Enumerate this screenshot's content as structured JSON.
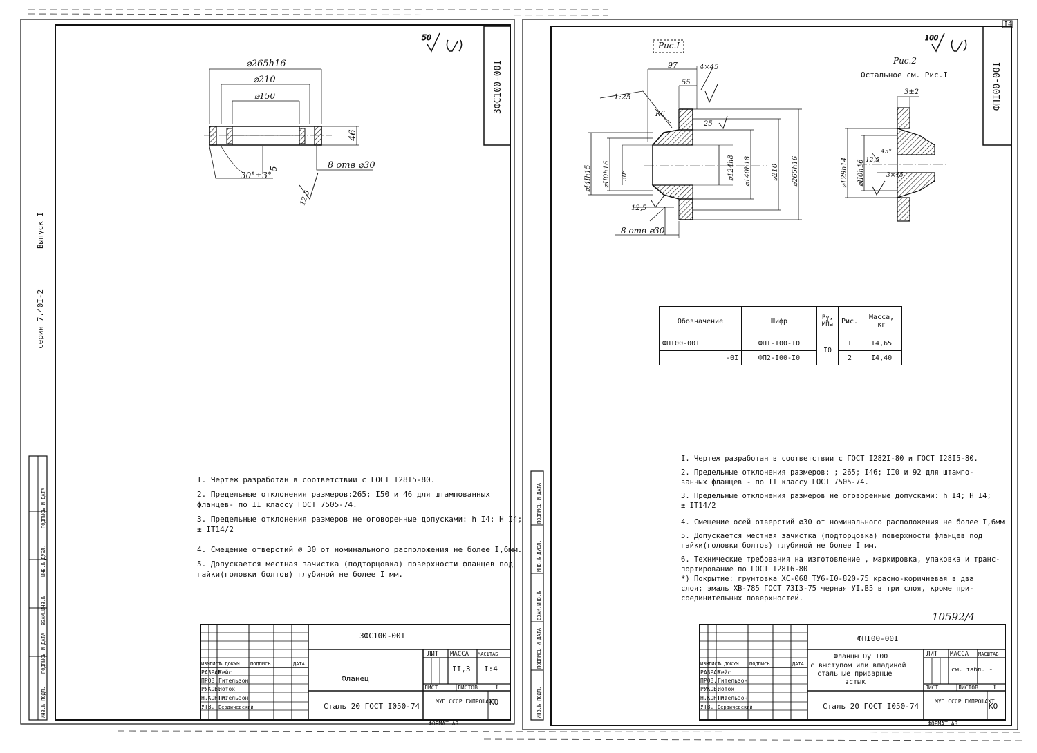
{
  "left_sheet": {
    "code_stamp": "ЗФС100-00I",
    "side_series": "серия 7.40I-2",
    "side_issue": "Выпуск I",
    "roughness": "50",
    "dims": {
      "d_outer": "⌀265h16",
      "d_bolt_circle": "⌀210",
      "d_bore": "⌀150",
      "thickness": "46",
      "holes": "8 отв ⌀30",
      "angle": "30°±3°",
      "small": "5",
      "rough": "12,5"
    },
    "notes": [
      "I. Чертеж разработан в соответствии с ГОСТ I28I5-80.",
      "2. Предельные отклонения размеров:265; I50 и 46 для штампованных",
      "   фланцев- по II классу   ГОСТ 7505-74.",
      "3. Предельные отклонения размеров не оговоренные допусками: h I4; H I4;",
      "   ± IТ14/2",
      "4. Смещение отверстий ⌀ 30 от номинального расположения не более I,6мм.",
      "5. Допускается местная зачистка (подторцовка) поверхности  фланцев под",
      "   гайки(головки болтов) глубиной не более I мм."
    ],
    "title_block": {
      "designation": "ЗФС100-00I",
      "name": "Фланец",
      "material": "Сталь 20 ГОСТ I050-74",
      "mass": "II,3",
      "scale": "I:4",
      "sheets": "I",
      "org": "МУП СССР ГИПРОШАХТ",
      "format": "ФОРМАТ А3",
      "cols": [
        "ИЗМ",
        "ЛИСТ",
        "№ ДОКУМ.",
        "ПОДПИСЬ",
        "ДАТА"
      ],
      "roles": [
        "РАЗРАБ.",
        "ПРОВ.",
        "РУКОВ.",
        "Н.КОНТР.",
        "УТВ."
      ],
      "people": [
        "Кейс",
        "Гительзон",
        "Нотох",
        "Гительзон",
        "Бердичевский"
      ],
      "lit": "ЛИТ",
      "mass_h": "МАССА",
      "scale_h": "МАСШТАБ",
      "sheet_h": "ЛИСТ",
      "sheets_h": "ЛИСТОВ",
      "ko": "КО"
    }
  },
  "right_sheet": {
    "code_stamp": "ФПI00-00I",
    "page_no": "I4",
    "roughness": "100",
    "fig1_label": "Рис.I",
    "fig2_label": "Рис.2",
    "fig2_note": "Остальное см. Рис.I",
    "dims1": {
      "taper": "1:25",
      "len97": "97",
      "cham": "4×45",
      "len55": "55",
      "r6": "R6",
      "d_outer": "⌀265h16",
      "d_210": "⌀210",
      "d_140": "⌀140h18",
      "d_bore": "⌀124h8",
      "d_wn": "⌀II0h16",
      "d_pipe": "⌀I4Ih15",
      "holes": "8 отв ⌀30",
      "ang": "30°",
      "r25": "25",
      "r125": "12,5"
    },
    "dims2": {
      "w": "3±2",
      "d1": "⌀129h14",
      "d2": "⌀II0h16",
      "ang": "45°",
      "c": "3×45",
      "r": "12,5"
    },
    "spec_table": {
      "headers": [
        "Обозначение",
        "Шифр",
        "Py, МПа",
        "Рис.",
        "Масса, кг"
      ],
      "rows": [
        [
          "ФПI00-00I",
          "ФПI-I00-I0",
          "I0",
          "I",
          "I4,65"
        ],
        [
          "-0I",
          "ФП2-I00-I0",
          "",
          "2",
          "I4,40"
        ]
      ]
    },
    "notes": [
      "I. Чертеж разработан в соответствии с ГОСТ I282I-80 и ГОСТ I28I5-80.",
      "2. Предельные отклонения размеров:     ; 265; I46; II0 и 92 для штампо-",
      "   ванных фланцев - по II классу ГОСТ 7505-74.",
      "3. Предельные отклонения размеров не оговоренные допусками: h I4; H I4;",
      "   ± IТ14/2",
      "4. Смещение осей отверстий ⌀30 от номинального расположения не более I,6мм",
      "5. Допускается местная зачистка (подторцовка) поверхности фланцев под",
      "   гайки(головки болтов) глубиной не более I мм.",
      "6. Технические требования на изготовление , маркировка, упаковка и транс-",
      "   портирование по ГОСТ I28I6-80",
      "*) Покрытие: грунтовка ХС-068 ТУ6-I0-820-75 красно-коричневая в два",
      "   слоя; эмаль ХВ-785 ГОСТ 73I3-75 черная УI.В5 в три слоя, кроме при-",
      "   соединительных поверхностей."
    ],
    "inventory_no": "10592/4",
    "title_block": {
      "designation": "ФПI00-00I",
      "name_1": "Фланцы Dy I00",
      "name_2": "с выступом или впадиной",
      "name_3": "стальные приварные",
      "name_4": "встык",
      "material": "Сталь 20 ГОСТ I050-74",
      "mass": "см. табл.",
      "scale": "-",
      "sheets": "I",
      "org": "МУП СССР ГИПРОШАХТ",
      "format": "ФОРМАТ А3",
      "cols": [
        "ИЗМ",
        "ЛИСТ",
        "№ ДОКУМ.",
        "ПОДПИСЬ",
        "ДАТА"
      ],
      "roles": [
        "РАЗРАБ.",
        "ПРОВ.",
        "РУКОВ.",
        "Н.КОНТР.",
        "УТВ."
      ],
      "people": [
        "Кейс",
        "Гительзон",
        "Нотох",
        "Гительзон",
        "Бердичевский"
      ],
      "lit": "ЛИТ",
      "mass_h": "МАССА",
      "scale_h": "МАСШТАБ",
      "sheet_h": "ЛИСТ",
      "sheets_h": "ЛИСТОВ",
      "ko": "КО"
    }
  },
  "margin_labels": [
    "ИНВ.№ ПОДЛ.",
    "ПОДПИСЬ И ДАТА",
    "ВЗАМ.ИНВ.№",
    "ИНВ.№ ДУБЛ.",
    "ПОДПИСЬ И ДАТА"
  ]
}
